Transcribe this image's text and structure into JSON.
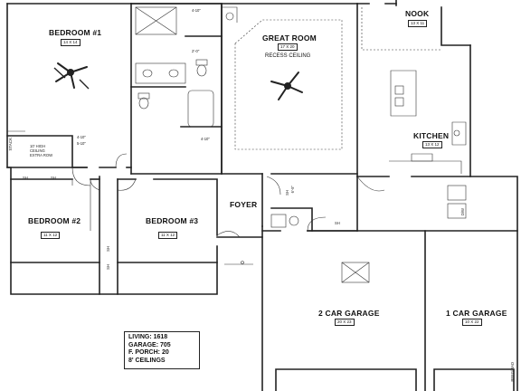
{
  "rooms": {
    "bedroom1": {
      "name": "BEDROOM #1",
      "size": "14 X 14"
    },
    "great_room": {
      "name": "GREAT ROOM",
      "size": "17 X 20",
      "note": "RECESS CEILING"
    },
    "nook": {
      "name": "NOOK",
      "size": "13 X 11"
    },
    "kitchen": {
      "name": "KITCHEN",
      "size": "13 X 12"
    },
    "foyer": {
      "name": "FOYER"
    },
    "bedroom2": {
      "name": "BEDROOM #2",
      "size": "11 X 12"
    },
    "bedroom3": {
      "name": "BEDROOM #3",
      "size": "11 X 12"
    },
    "garage2": {
      "name": "2 CAR GARAGE",
      "size": "20 X 23"
    },
    "garage1": {
      "name": "1 CAR GARAGE",
      "size": "10 X 22"
    }
  },
  "notes": {
    "stack": "STACK",
    "ceiling_note": [
      "10' HIGH",
      "CEILING",
      "EXTRA ROW"
    ],
    "wic1": "4-10\"",
    "wic2": "5-10\"",
    "closet_a": "4-10\"",
    "closet_b": "2'-0\"",
    "closet_c": "4-10\"",
    "pantry": "4-10\"",
    "sh": "SH",
    "shelf_labels": [
      "SH",
      "SH",
      "SH",
      "SH"
    ],
    "wh": "W/H",
    "shelf": "SH",
    "dw": "D/W",
    "reg": "REFG/RAD",
    "coat": "6'-5\""
  },
  "stats": {
    "living": "LIVING: 1618",
    "garage": "GARAGE: 705",
    "porch": "F. PORCH: 20",
    "ceilings": "8' CEILINGS"
  }
}
